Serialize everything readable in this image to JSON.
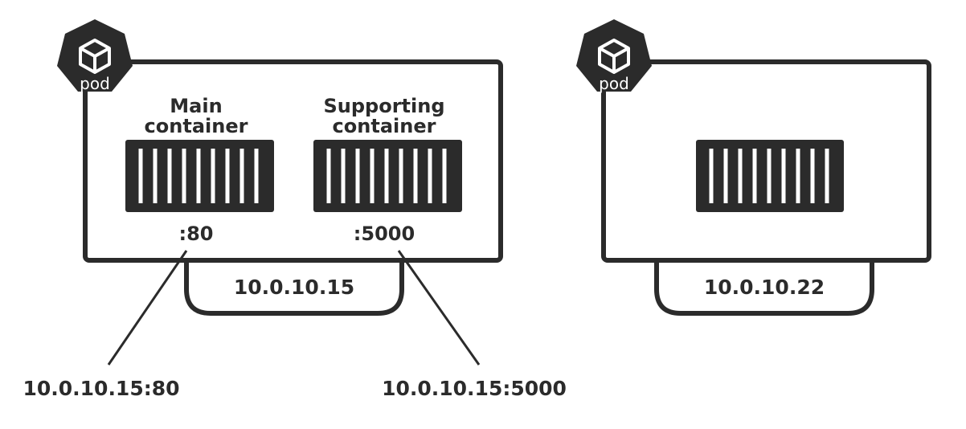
{
  "pods": [
    {
      "badge": "pod",
      "ip": "10.0.10.15",
      "containers": [
        {
          "title_line1": "Main",
          "title_line2": "container",
          "port": ":80"
        },
        {
          "title_line1": "Supporting",
          "title_line2": "container",
          "port": ":5000"
        }
      ]
    },
    {
      "badge": "pod",
      "ip": "10.0.10.22"
    }
  ],
  "endpoints": [
    "10.0.10.15:80",
    "10.0.10.15:5000"
  ],
  "colors": {
    "stroke": "#2b2b2b",
    "fill": "#2b2b2b",
    "background": "#ffffff"
  }
}
